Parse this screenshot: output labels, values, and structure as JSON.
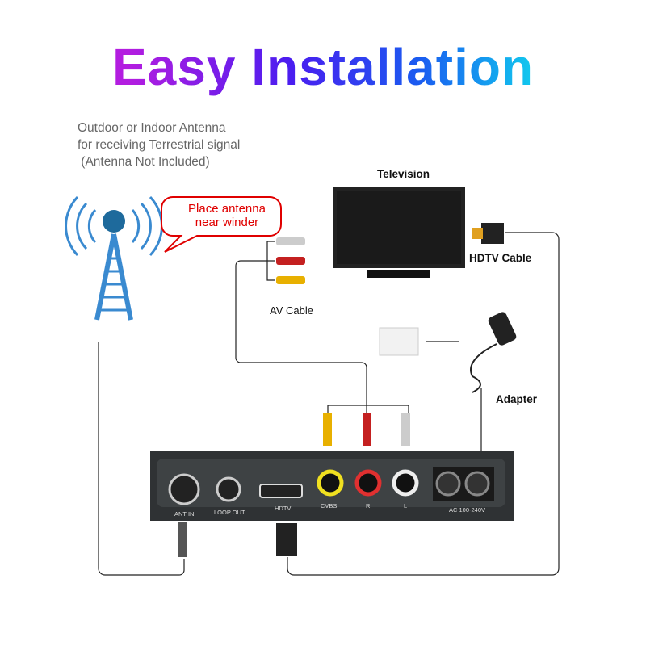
{
  "title": "Easy Installation",
  "antenna_note": [
    "Outdoor or Indoor Antenna",
    "for receiving Terrestrial signal",
    " (Antenna Not Included)"
  ],
  "bubble": [
    "Place antenna",
    "near winder"
  ],
  "labels": {
    "television": "Television",
    "hdtv_cable": "HDTV Cable",
    "av_cable": "AV Cable",
    "adapter": "Adapter"
  },
  "ports": {
    "ant_in": "ANT IN",
    "loop_out": "LOOP OUT",
    "hdtv": "HDTV",
    "cvbs": "CVBS",
    "r": "R",
    "l": "L",
    "ac": "AC 100-240V"
  },
  "colors": {
    "antenna": "#2a7bbf",
    "bubble": "#e00000",
    "device": "#2f3234"
  }
}
